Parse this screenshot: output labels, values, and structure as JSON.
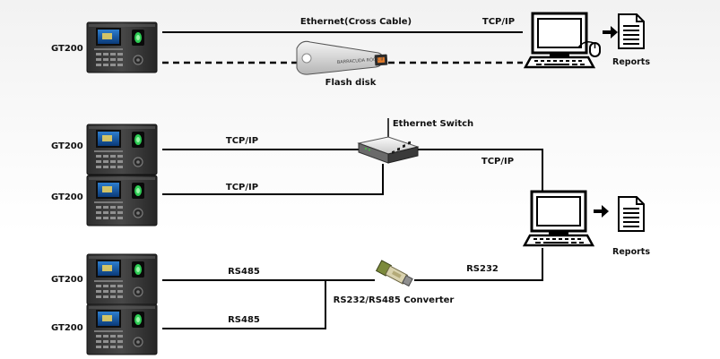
{
  "devices": [
    {
      "label": "GT200"
    },
    {
      "label": "GT200"
    },
    {
      "label": "GT200"
    },
    {
      "label": "GT200"
    },
    {
      "label": "GT200"
    }
  ],
  "scenario1": {
    "cable_label": "Ethernet(Cross Cable)",
    "protocol_label": "TCP/IP",
    "usb_label": "Flash disk",
    "usb_brand": "BARRACUDA ROCK II",
    "reports_label": "Reports"
  },
  "scenario2": {
    "switch_label": "Ethernet Switch",
    "link1_label": "TCP/IP",
    "link2_label": "TCP/IP",
    "uplink_label": "TCP/IP",
    "reports_label": "Reports"
  },
  "scenario3": {
    "link1_label": "RS485",
    "link2_label": "RS485",
    "converter_label": "RS232/RS485 Converter",
    "uplink_label": "RS232"
  }
}
